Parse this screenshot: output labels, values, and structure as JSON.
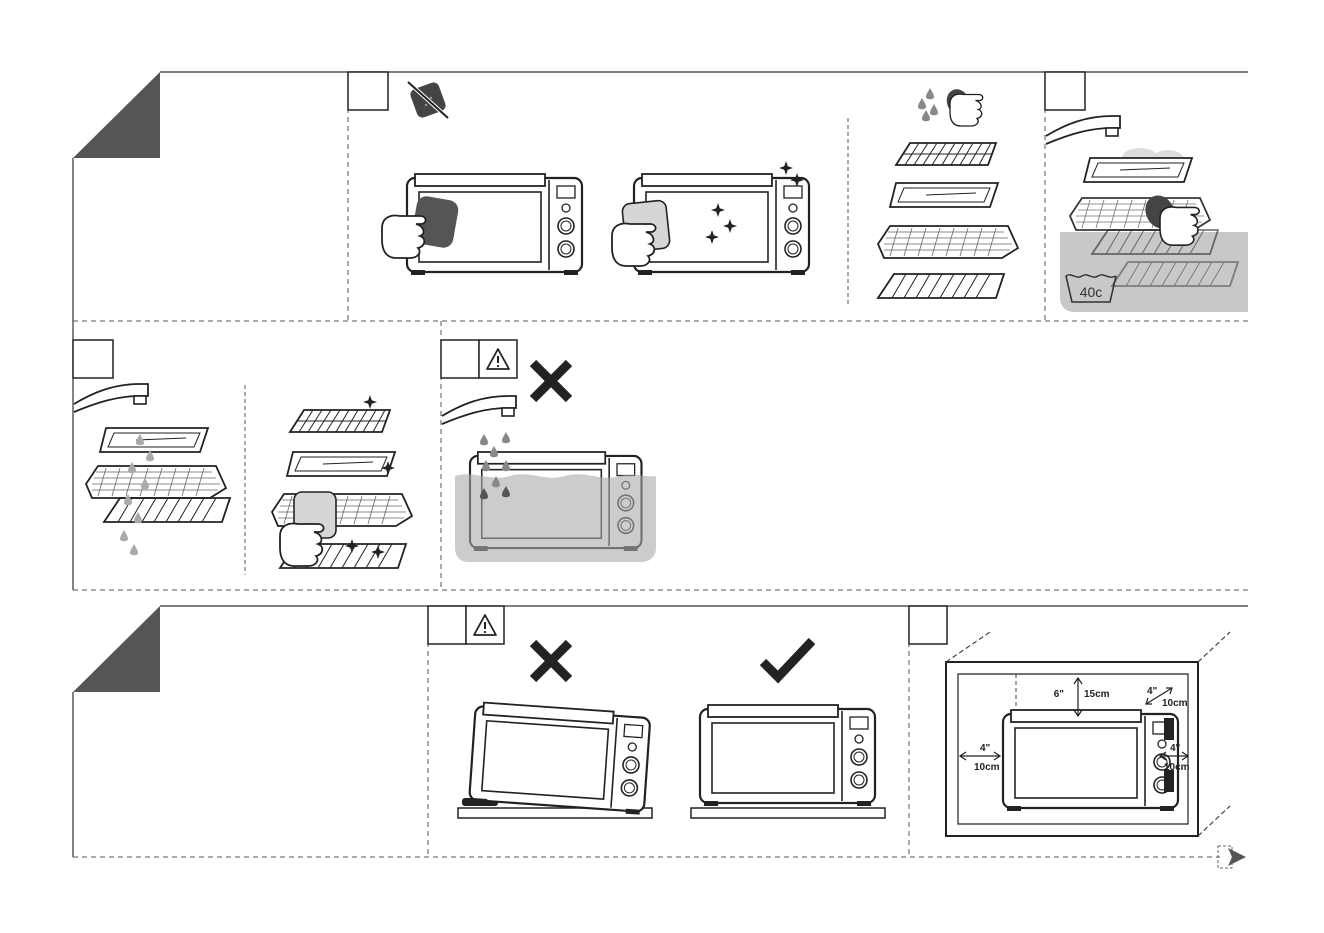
{
  "manual_page": {
    "sections": [
      {
        "name": "cleaning"
      },
      {
        "name": "placement"
      }
    ],
    "steps": [
      {
        "id": "step-1",
        "icon": "no-abrasive-sponge-icon"
      },
      {
        "id": "step-2",
        "icon": "wet-hand-icon"
      },
      {
        "id": "step-3",
        "icon": "faucet-icon"
      },
      {
        "id": "step-4",
        "icon": "faucet-icon"
      },
      {
        "id": "step-5",
        "icon": "warning-icon",
        "verdict": "cross-icon"
      },
      {
        "id": "step-6",
        "icon": "warning-icon",
        "verdicts": [
          "cross-icon",
          "check-icon"
        ]
      },
      {
        "id": "step-7",
        "icon": "clearance-diagram"
      }
    ],
    "wash_temperature": "40c",
    "clearance": {
      "top_in": "6\"",
      "top_cm": "15cm",
      "back_in": "4\"",
      "back_cm": "10cm",
      "left_in": "4\"",
      "left_cm": "10cm",
      "right_in": "4\"",
      "right_cm": "10cm"
    },
    "colors": {
      "ink": "#222222",
      "dark_gray": "#555555",
      "water": "#c8c8c8",
      "divider": "#555555"
    },
    "next_page_icon": "next-arrow-icon"
  }
}
